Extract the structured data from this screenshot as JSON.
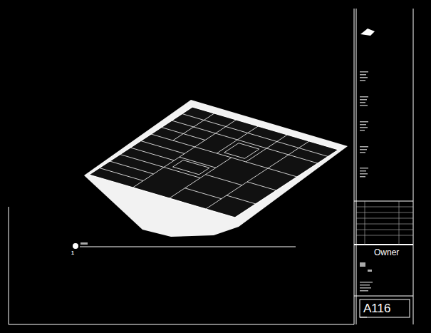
{
  "diagram": {
    "labels": [
      "1",
      "Owner",
      "A116"
    ]
  }
}
